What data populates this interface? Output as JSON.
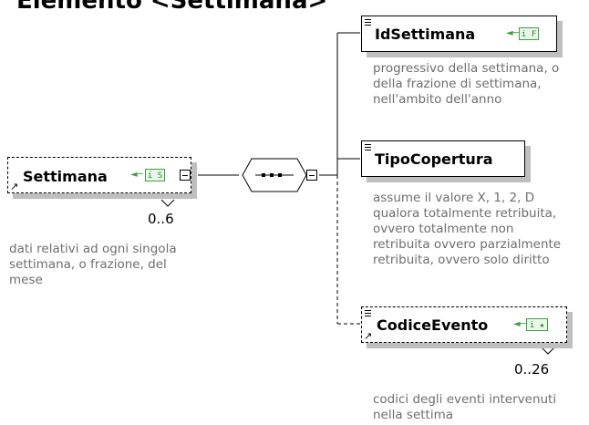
{
  "diagram": {
    "title": "Elemento <Settimana>",
    "root": {
      "name": "Settimana",
      "type_badge": "i S",
      "multiplicity": "0..6",
      "description": [
        "dati relativi ad ogni singola",
        "settimana, o frazione, del",
        "mese"
      ]
    },
    "children": [
      {
        "name": "IdSettimana",
        "type_badge": "i F",
        "description": [
          "progressivo della settimana, o",
          "della frazione di settimana,",
          "nell'ambito dell'anno"
        ]
      },
      {
        "name": "TipoCopertura",
        "description": [
          "assume il valore X, 1, 2, D",
          "qualora totalmente retribuita,",
          "ovvero totalmente non",
          "retribuita ovvero parzialmente",
          "retribuita, ovvero solo diritto"
        ]
      },
      {
        "name": "CodiceEvento",
        "type_badge": "i ★",
        "multiplicity": "0..26",
        "description": [
          "codici degli eventi intervenuti",
          "nella settima"
        ]
      }
    ],
    "icons": {
      "element": "element-lines-icon",
      "reference": "reference-arrow-icon",
      "sequence": "sequence-compositor-icon",
      "collapse": "collapse-minus-icon"
    }
  }
}
